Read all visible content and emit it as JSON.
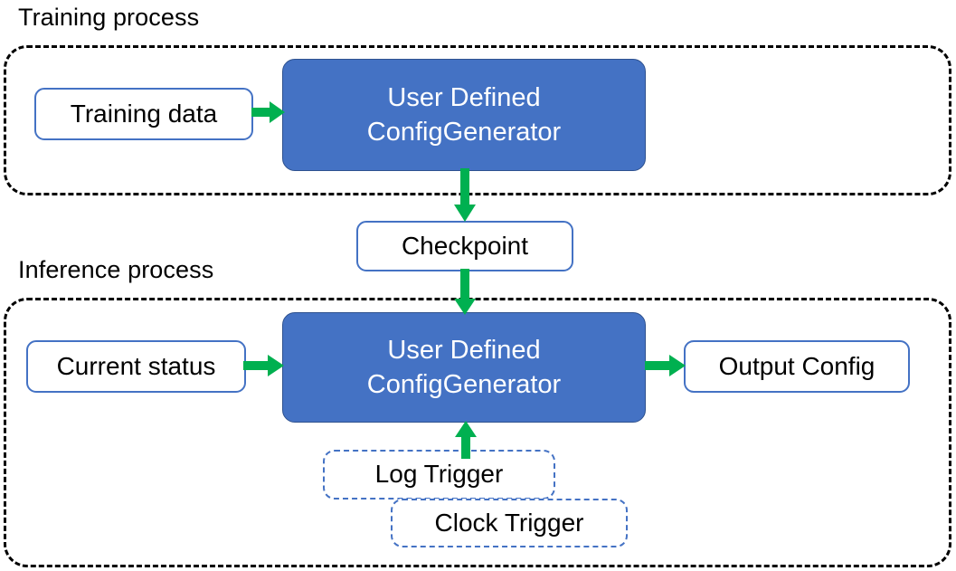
{
  "diagram": {
    "title_visible": false,
    "colors": {
      "process_fill": "#4472C4",
      "process_border": "#2F528F",
      "data_box_border": "#4472C4",
      "trigger_border": "#4472C4",
      "arrow": "#00B050",
      "container_border": "#000000",
      "text_dark": "#000000",
      "text_light": "#FFFFFF"
    },
    "sections": [
      {
        "id": "training",
        "label": "Training process"
      },
      {
        "id": "inference",
        "label": "Inference process"
      }
    ],
    "nodes": {
      "training_data": {
        "label": "Training data",
        "shape": "rounded-rect",
        "style": "solid-outline"
      },
      "generator_training": {
        "line1": "User Defined",
        "line2": "ConfigGenerator",
        "shape": "rounded-rect",
        "style": "filled"
      },
      "checkpoint": {
        "label": "Checkpoint",
        "shape": "rounded-rect",
        "style": "solid-outline"
      },
      "current_status": {
        "label": "Current status",
        "shape": "rounded-rect",
        "style": "solid-outline"
      },
      "generator_inference": {
        "line1": "User Defined",
        "line2": "ConfigGenerator",
        "shape": "rounded-rect",
        "style": "filled"
      },
      "output_config": {
        "label": "Output Config",
        "shape": "rounded-rect",
        "style": "solid-outline"
      },
      "log_trigger": {
        "label": "Log Trigger",
        "shape": "rounded-rect",
        "style": "dashed-outline"
      },
      "clock_trigger": {
        "label": "Clock Trigger",
        "shape": "rounded-rect",
        "style": "dashed-outline"
      }
    },
    "edges": [
      {
        "from": "training_data",
        "to": "generator_training",
        "direction": "right"
      },
      {
        "from": "generator_training",
        "to": "checkpoint",
        "direction": "down"
      },
      {
        "from": "checkpoint",
        "to": "generator_inference",
        "direction": "down"
      },
      {
        "from": "current_status",
        "to": "generator_inference",
        "direction": "right"
      },
      {
        "from": "generator_inference",
        "to": "output_config",
        "direction": "right"
      },
      {
        "from": "log_trigger",
        "to": "generator_inference",
        "direction": "up"
      }
    ]
  }
}
